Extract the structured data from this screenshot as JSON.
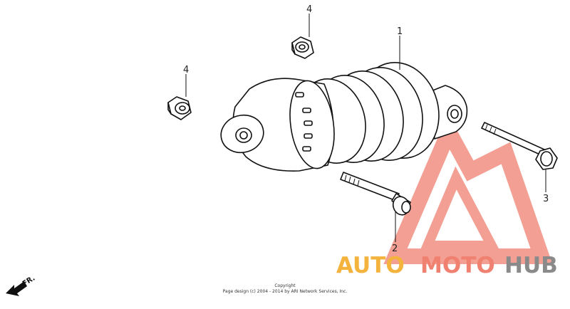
{
  "diagram": {
    "callouts": {
      "shock_absorber": "1",
      "collar": "2",
      "bolt": "3",
      "nut_top": "4",
      "nut_left": "4"
    },
    "copyright": {
      "line1": "Copyright",
      "line2": "Page design (c) 2004 - 2014 by ARI Network Services, Inc."
    },
    "direction_label": "FR."
  },
  "watermark": {
    "part1": "AUTO",
    "part2": "MOTO",
    "part3": "HUB",
    "colors": {
      "orange": "#f3b33d",
      "red": "#f08070",
      "gray": "#8a8a8a"
    }
  }
}
